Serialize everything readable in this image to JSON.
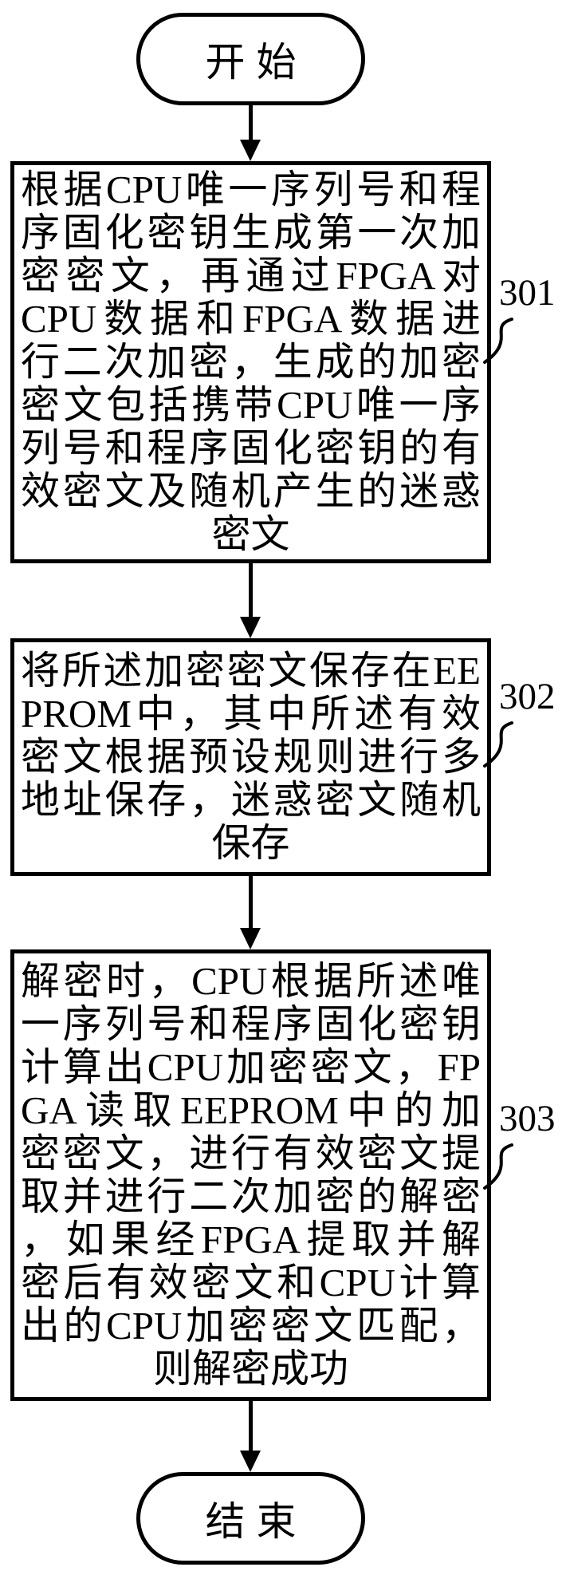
{
  "flow": {
    "start_label": "开始",
    "end_label": "结束",
    "steps": [
      {
        "ref": "301",
        "lines": [
          "根据CPU唯一序列号和程",
          "序固化密钥生成第一次加",
          "密密文，再通过FPGA对",
          "CPU数据和FPGA数据进",
          "行二次加密，生成的加密",
          "密文包括携带CPU唯一序",
          "列号和程序固化密钥的有",
          "效密文及随机产生的迷惑",
          "密文"
        ]
      },
      {
        "ref": "302",
        "lines": [
          "将所述加密密文保存在EE",
          "PROM中，其中所述有效",
          "密文根据预设规则进行多",
          "地址保存，迷惑密文随机",
          "保存"
        ]
      },
      {
        "ref": "303",
        "lines": [
          "解密时，CPU根据所述唯",
          "一序列号和程序固化密钥",
          "计算出CPU加密密文，FP",
          "GA读取EEPROM中的加",
          "密密文，进行有效密文提",
          "取并进行二次加密的解密",
          "，如果经FPGA提取并解",
          "密后有效密文和CPU计算",
          "出的CPU加密密文匹配，",
          "则解密成功"
        ]
      }
    ]
  },
  "colors": {
    "line": "#000000",
    "background": "#ffffff"
  }
}
